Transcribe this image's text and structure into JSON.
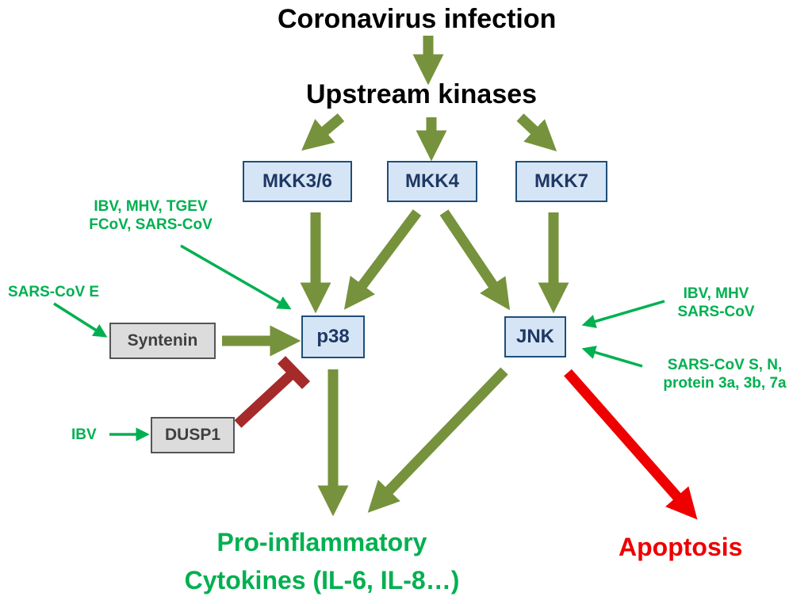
{
  "diagram": {
    "top_label": "Coronavirus infection",
    "upstream_label": "Upstream kinases",
    "kinases": {
      "mkk36": "MKK3/6",
      "mkk4": "MKK4",
      "mkk7": "MKK7",
      "p38": "p38",
      "jnk": "JNK"
    },
    "regulators": {
      "syntenin": "Syntenin",
      "dusp1": "DUSP1"
    },
    "viral_labels": {
      "p38_activators_line1": "IBV, MHV, TGEV",
      "p38_activators_line2": "FCoV, SARS-CoV",
      "syntenin_activator": "SARS-CoV E",
      "dusp1_activator": "IBV",
      "jnk_activators_line1": "IBV, MHV",
      "jnk_activators_line2": "SARS-CoV",
      "jnk_proteins_line1": "SARS-CoV S, N,",
      "jnk_proteins_line2": "protein 3a, 3b, 7a"
    },
    "outcomes": {
      "cytokines_line1": "Pro-inflammatory",
      "cytokines_line2": "Cytokines (IL-6, IL-8…)",
      "apoptosis": "Apoptosis"
    },
    "colors": {
      "activation_arrow": "#76923c",
      "inhibition": "#a52a2a",
      "viral_text": "#00b050",
      "apoptosis": "#ee0000",
      "kinase_box_fill": "#d5e5f5",
      "kinase_box_border": "#1f4e79"
    }
  }
}
